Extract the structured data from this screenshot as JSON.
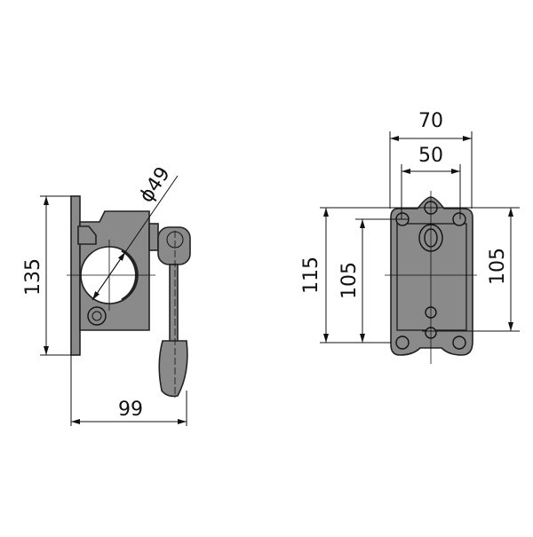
{
  "drawing": {
    "side_view": {
      "height_dim": "135",
      "diameter_dim": "ϕ49",
      "width_dim": "99"
    },
    "front_view": {
      "outer_width_dim": "70",
      "inner_width_dim": "50",
      "height_dim": "115",
      "left_hole_spacing_dim": "105",
      "right_hole_spacing_dim": "105"
    },
    "colors": {
      "part_fill": "#8a8a8a",
      "line": "#111111"
    }
  }
}
